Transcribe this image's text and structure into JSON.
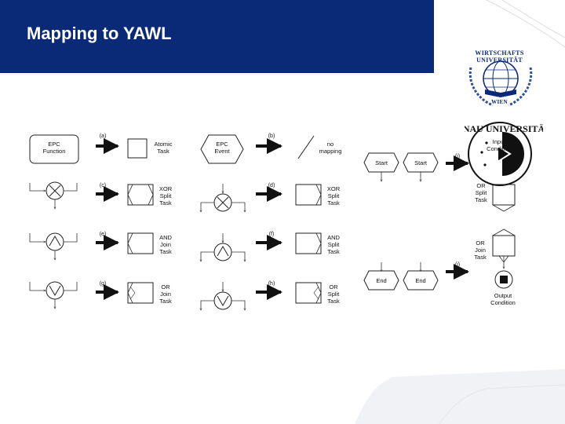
{
  "slide": {
    "title": "Mapping to YAWL",
    "accent_color": "#0a2a78"
  },
  "logos": {
    "wu": {
      "line1": "WIRTSCHAFTS",
      "line2": "UNIVERSITÄT",
      "line3": "WIEN"
    },
    "donau": {
      "text": "DONAU UNIVERSITÄT"
    }
  },
  "diagram": {
    "rows": [
      {
        "left": {
          "tag": "(a)",
          "source": "EPC\nFunction",
          "target": "Atomic\nTask"
        },
        "right": {
          "tag": "(b)",
          "source": "EPC\nEvent",
          "target": "no\nmapping"
        }
      },
      {
        "left": {
          "tag": "(c)",
          "source_symbol": "xor",
          "target": "XOR\nSplit\nTask"
        },
        "right": {
          "tag": "(d)",
          "source_symbol": "xor",
          "target": "XOR\nSplit\nTask"
        }
      },
      {
        "left": {
          "tag": "(e)",
          "source_symbol": "and",
          "target": "AND\nJoin\nTask"
        },
        "right": {
          "tag": "(f)",
          "source_symbol": "and",
          "target": "AND\nSplit\nTask"
        }
      },
      {
        "left": {
          "tag": "(g)",
          "source_symbol": "or",
          "target": "OR\nJoin\nTask"
        },
        "right": {
          "tag": "(h)",
          "source_symbol": "or",
          "target": "OR\nSplit\nTask"
        }
      }
    ],
    "start_end": {
      "tag_i": "(i)",
      "start": "Start",
      "start_target": "Start",
      "input_condition": "Input\nCondition",
      "or_split": "OR\nSplit\nTask",
      "tag_j": "(j)",
      "end": "End",
      "end_target": "End",
      "or_join": "OR\nJoin\nTask",
      "output_condition": "Output\nCondition"
    }
  }
}
